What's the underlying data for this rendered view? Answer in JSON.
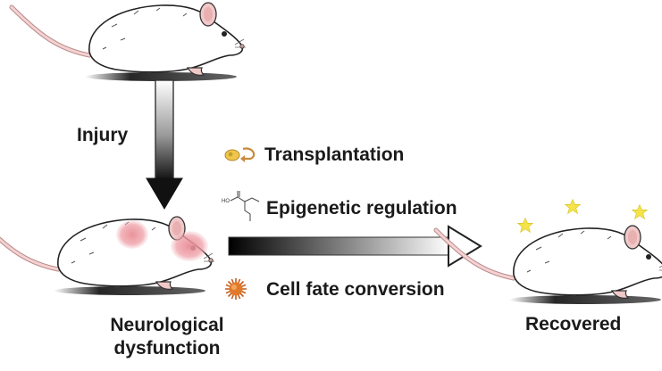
{
  "labels": {
    "injury": "Injury",
    "transplantation": "Transplantation",
    "epigenetic": "Epigenetic regulation",
    "cell_fate": "Cell fate conversion",
    "neuro_line1": "Neurological",
    "neuro_line2": "dysfunction",
    "recovered": "Recovered"
  },
  "chemical": {
    "hydroxyl": "HO"
  },
  "colors": {
    "text": "#1a1a1a",
    "lesion": "#e98c95",
    "star": "#f4e34a",
    "cell": "#e07a2a",
    "tail": "#f1c8c8"
  },
  "icons": [
    "transplant-icon",
    "valproic-acid-icon",
    "cell-icon",
    "star-icon",
    "mouse-illustration"
  ]
}
